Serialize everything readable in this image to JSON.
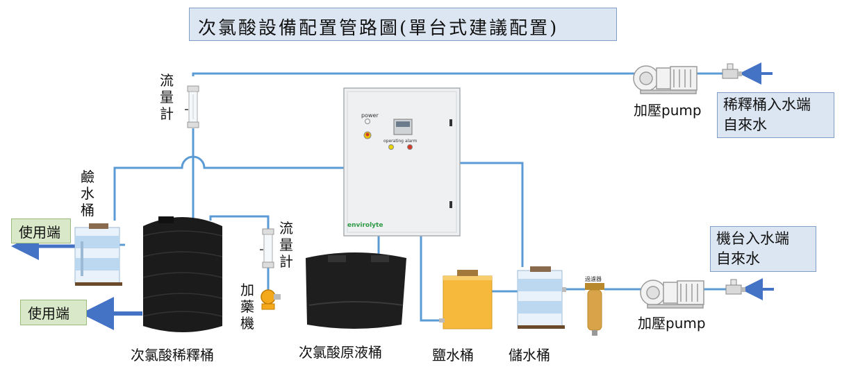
{
  "title": "次氯酸設備配置管路圖(單台式建議配置)",
  "callouts": {
    "dilution_inlet": [
      "稀釋桶入水端",
      "自來水"
    ],
    "machine_inlet": [
      "機台入水端",
      "自來水"
    ]
  },
  "pump_label_top": "加壓pump",
  "pump_label_bottom": "加壓pump",
  "flowmeter_1": "流量計",
  "flowmeter_2": "流量計",
  "alkali_tank": "鹼水桶",
  "dosing_machine": "加藥機",
  "use_point_1": "使用端",
  "use_point_2": "使用端",
  "tank_dilution": "次氯酸稀釋桶",
  "tank_stock": "次氯酸原液桶",
  "tank_brine": "鹽水桶",
  "tank_storage": "儲水桶",
  "filter_label": "過濾器",
  "panel_brand": "envirolyte",
  "panel_power": "power",
  "panel_operating": "operating",
  "panel_alarm": "alarm",
  "colors": {
    "pipe": "#5b9bd5",
    "arrow": "#4472c4",
    "callout_fill": "#dce6f2",
    "use_fill": "#d8e8c8",
    "brine_tank": "#f6b93b",
    "water_tank": "#bcd7f0",
    "panel": "#eef0f1"
  }
}
